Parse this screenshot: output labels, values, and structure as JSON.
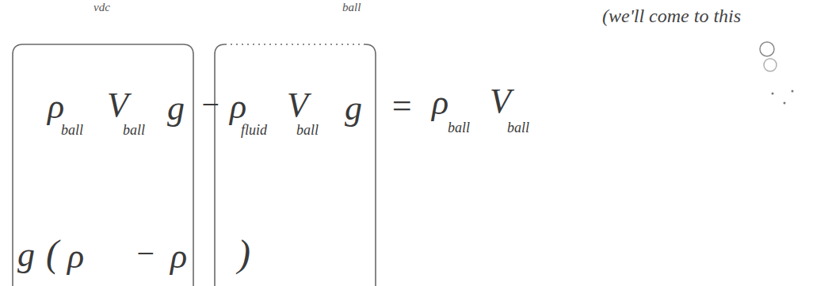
{
  "diagram": {
    "nodes": [
      {
        "text": [
          "ρ",
          "ball",
          "V",
          "ball",
          "g"
        ]
      },
      {
        "text": [
          "ρ",
          "fluid",
          "V",
          "ball",
          "g"
        ]
      }
    ],
    "labels": [
      "vdc",
      "ball",
      "(we'll come to this",
      "−",
      "=",
      "ρ",
      "ball",
      "V",
      "ball",
      "g",
      "(",
      "ρ",
      "−",
      "ρ",
      ")"
    ]
  }
}
